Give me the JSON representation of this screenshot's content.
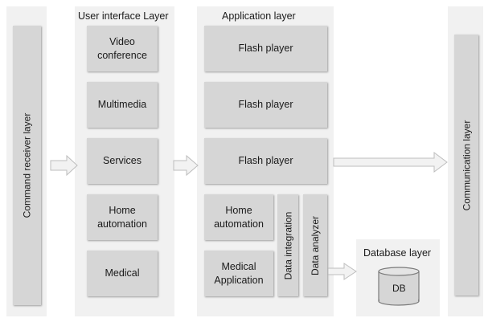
{
  "command_receiver_layer": {
    "label": "Command receiver layer"
  },
  "ui_layer": {
    "title": "User interface Layer",
    "items": [
      "Video\nconference",
      "Multimedia",
      "Services",
      "Home\nautomation",
      "Medical"
    ]
  },
  "app_layer": {
    "title": "Application layer",
    "players": [
      "Flash player",
      "Flash player",
      "Flash player"
    ],
    "home_automation": "Home\nautomation",
    "medical_application": "Medical\nApplication",
    "data_integration": "Data integration",
    "data_analyzer": "Data analyzer"
  },
  "database_layer": {
    "title": "Database layer",
    "db_label": "DB"
  },
  "communication_layer": {
    "label": "Communication layer"
  },
  "colors": {
    "panel": "#f1f1f1",
    "box": "#d6d6d6",
    "arrow_fill": "#f2f2f2",
    "arrow_stroke": "#bdbdbd"
  }
}
